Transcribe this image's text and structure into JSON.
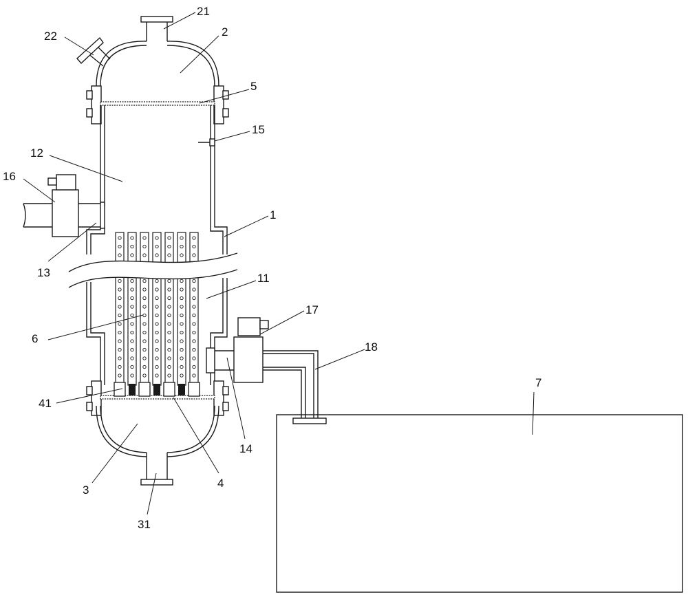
{
  "labels": {
    "l1": "1",
    "l2": "2",
    "l3": "3",
    "l4": "4",
    "l5": "5",
    "l6": "6",
    "l7": "7",
    "l11": "11",
    "l12": "12",
    "l13": "13",
    "l14": "14",
    "l15": "15",
    "l16": "16",
    "l17": "17",
    "l18": "18",
    "l21": "21",
    "l22": "22",
    "l31": "31",
    "l41": "41"
  },
  "colors": {
    "stroke": "#1a1a1a",
    "background": "#ffffff"
  }
}
